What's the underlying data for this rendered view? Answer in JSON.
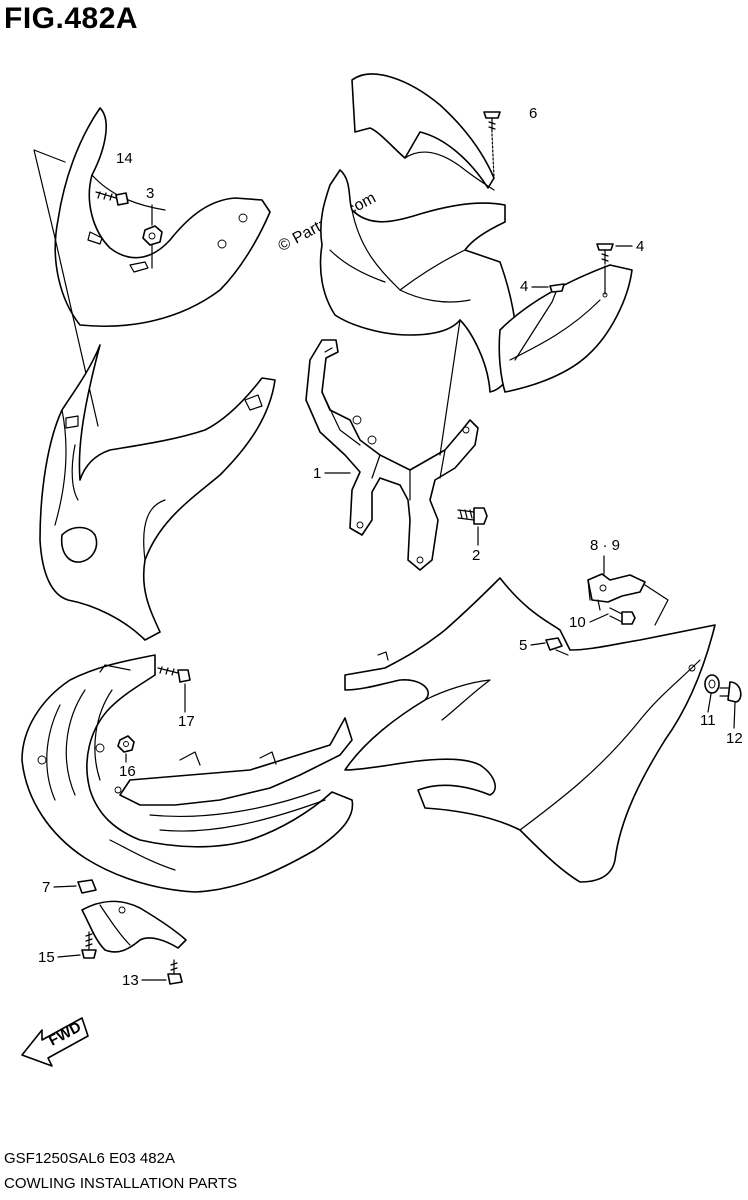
{
  "figure": {
    "title": "FIG.482A",
    "model_code": "GSF1250SAL6  E03  482A",
    "section_name": "COWLING INSTALLATION PARTS",
    "watermark": "© Partzilla.com",
    "fwd_label": "FWD"
  },
  "callouts": {
    "c1": "1",
    "c2": "2",
    "c3": "3",
    "c4a": "4",
    "c4b": "4",
    "c5": "5",
    "c6": "6",
    "c7": "7",
    "c89": "8 · 9",
    "c10": "10",
    "c11": "11",
    "c12": "12",
    "c13": "13",
    "c14": "14",
    "c15": "15",
    "c16": "16",
    "c17": "17"
  }
}
